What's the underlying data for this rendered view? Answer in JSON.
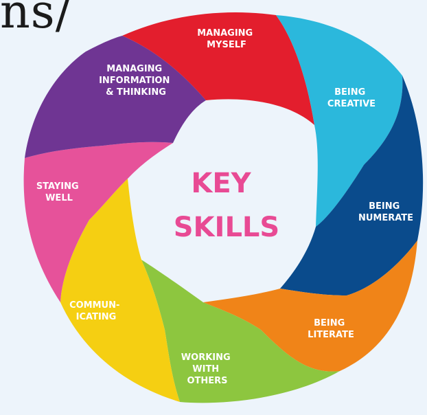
{
  "heading": {
    "fragment": "ns/"
  },
  "center": {
    "line1": "KEY",
    "line2": "SKILLS"
  },
  "segments": [
    {
      "id": "managing-myself",
      "lines": [
        "MANAGING",
        "MYSELF"
      ],
      "color": "#e31e2d"
    },
    {
      "id": "being-creative",
      "lines": [
        "BEING",
        "CREATIVE"
      ],
      "color": "#2bb8dc"
    },
    {
      "id": "being-numerate",
      "lines": [
        "BEING",
        "NUMERATE"
      ],
      "color": "#0a4b8c"
    },
    {
      "id": "being-literate",
      "lines": [
        "BEING",
        "LITERATE"
      ],
      "color": "#f08418"
    },
    {
      "id": "working-with-others",
      "lines": [
        "WORKING",
        "WITH",
        "OTHERS"
      ],
      "color": "#8dc63f"
    },
    {
      "id": "communicating",
      "lines": [
        "COMMUN-",
        "ICATING"
      ],
      "color": "#f5cf12"
    },
    {
      "id": "staying-well",
      "lines": [
        "STAYING",
        "WELL"
      ],
      "color": "#e6529a"
    },
    {
      "id": "managing-information-thinking",
      "lines": [
        "MANAGING",
        "INFORMATION",
        "& THINKING"
      ],
      "color": "#6f3593"
    }
  ]
}
